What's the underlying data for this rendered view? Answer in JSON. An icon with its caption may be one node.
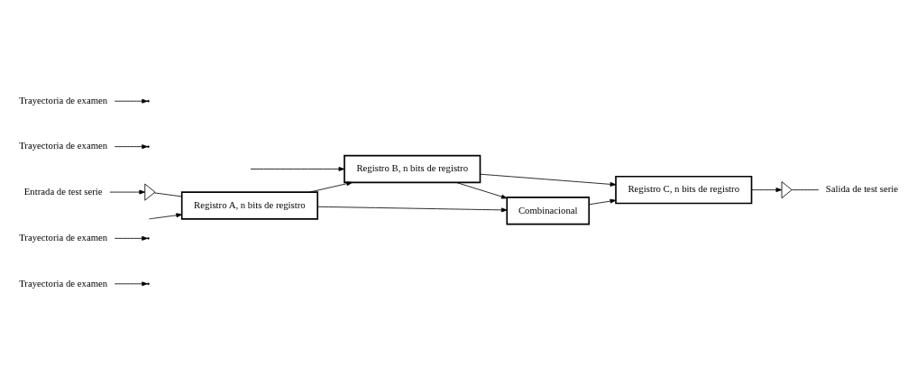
{
  "diagram": {
    "nodes": [
      {
        "text": [
          "Trayectoria de examen"
        ]
      },
      {
        "text": [
          "Trayectoria de examen"
        ]
      },
      {
        "text": [
          "Entrada de test serie"
        ]
      },
      {
        "text": [],
        "shape": "chevron"
      },
      {
        "text": [
          "Registro A, n bits de registro"
        ]
      },
      {
        "text": [
          "Registro B, n bits de registro"
        ]
      },
      {
        "text": [
          "Trayectoria de examen"
        ]
      },
      {
        "text": [
          "Combinacional"
        ]
      },
      {
        "text": [
          "Trayectoria de examen"
        ]
      },
      {
        "text": [
          "Registro C, n bits de registro"
        ]
      },
      {
        "text": [],
        "shape": "chevron"
      },
      {
        "text": [
          "Salida de test serie"
        ]
      }
    ],
    "edges": [
      {
        "from": 2,
        "to": 3,
        "arrow": "to"
      },
      {
        "from": 3,
        "to": 4,
        "arrow": "none"
      },
      {
        "from": 0,
        "to": null,
        "arrow": "to"
      },
      {
        "from": null,
        "to": 4,
        "arrow": "to"
      },
      {
        "from": 4,
        "to": 5,
        "arrow": "to"
      },
      {
        "from": 1,
        "to": null,
        "arrow": "to"
      },
      {
        "from": null,
        "to": 5,
        "arrow": "to"
      },
      {
        "from": 4,
        "to": 7,
        "arrow": "to"
      },
      {
        "from": 5,
        "to": 7,
        "arrow": "to"
      },
      {
        "from": 5,
        "to": 9,
        "arrow": "to"
      },
      {
        "from": 6,
        "to": null,
        "arrow": "to"
      },
      {
        "from": 7,
        "to": 9,
        "arrow": "to"
      },
      {
        "from": 8,
        "to": null,
        "arrow": "to"
      },
      {
        "from": 9,
        "to": 10,
        "arrow": "to"
      },
      {
        "from": 10,
        "to": 11,
        "arrow": "none"
      }
    ]
  }
}
